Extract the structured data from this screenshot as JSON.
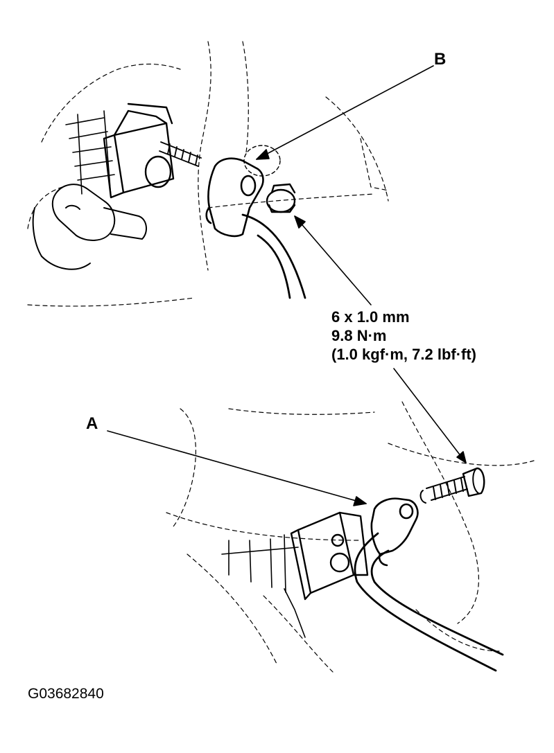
{
  "diagram": {
    "callouts": {
      "label_b": "B",
      "label_a": "A"
    },
    "fastener_spec": {
      "size": "6 x 1.0 mm",
      "torque_nm": "9.8 N·m",
      "torque_alt": "(1.0 kgf·m, 7.2 lbf·ft)"
    },
    "figure_code": "G03682840",
    "colors": {
      "ink": "#000000",
      "paper": "#ffffff"
    }
  }
}
